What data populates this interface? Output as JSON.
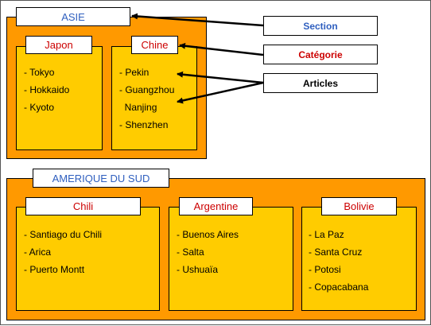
{
  "sections": [
    {
      "title": "ASIE",
      "categories": [
        {
          "name": "Japon",
          "items": [
            "- Tokyo",
            "- Hokkaido",
            "- Kyoto"
          ]
        },
        {
          "name": "Chine",
          "items": [
            "- Pekin",
            "- Guangzhou",
            "  Nanjing",
            "- Shenzhen"
          ]
        }
      ]
    },
    {
      "title": "AMERIQUE DU SUD",
      "categories": [
        {
          "name": "Chili",
          "items": [
            "- Santiago du Chili",
            "- Arica",
            "- Puerto Montt"
          ]
        },
        {
          "name": "Argentine",
          "items": [
            "- Buenos Aires",
            "- Salta",
            "- Ushuaïa"
          ]
        },
        {
          "name": "Bolivie",
          "items": [
            "- La Paz",
            "- Santa Cruz",
            "- Potosi",
            "- Copacabana"
          ]
        }
      ]
    }
  ],
  "legend": {
    "section": "Section",
    "category": "Catégorie",
    "articles": "Articles"
  },
  "colors": {
    "section_fill": "#ff9900",
    "category_fill": "#ffcc00",
    "section_text": "#2f5fbf",
    "category_text": "#cc0000"
  }
}
